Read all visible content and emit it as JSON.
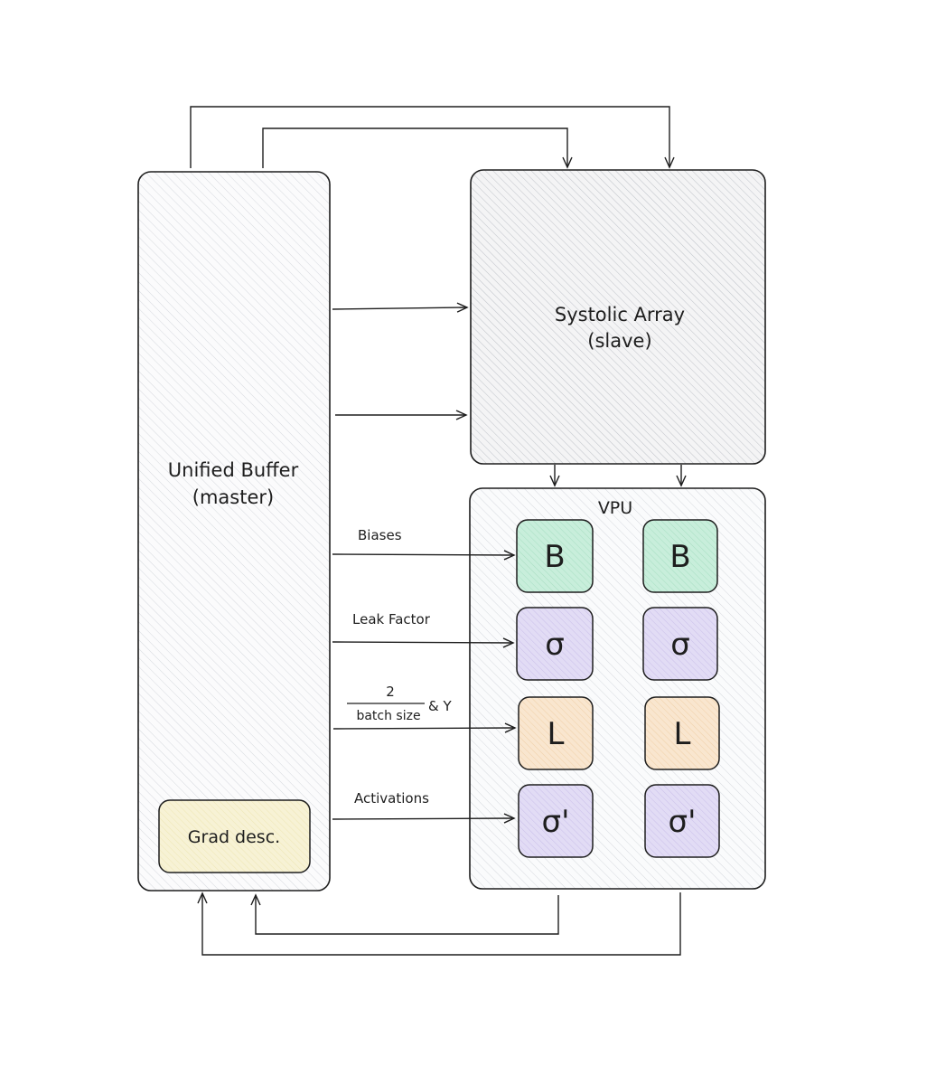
{
  "unified_buffer": {
    "title": "Unified Buffer",
    "subtitle": "(master)",
    "grad_desc_label": "Grad desc."
  },
  "systolic_array": {
    "title": "Systolic Array",
    "subtitle": "(slave)"
  },
  "vpu": {
    "title": "VPU",
    "rows": [
      {
        "kind": "bias",
        "symbol": "B",
        "color": "#c3ecd8"
      },
      {
        "kind": "leaky-relu",
        "symbol": "σ",
        "color": "#ddd6f3"
      },
      {
        "kind": "loss",
        "symbol": "L",
        "color": "#f8e2c8"
      },
      {
        "kind": "leaky-relu-derivative",
        "symbol": "σ'",
        "color": "#ddd6f3"
      }
    ]
  },
  "input_labels": {
    "biases": "Biases",
    "leak_factor": "Leak Factor",
    "fraction_numerator": "2",
    "fraction_denominator": "batch size",
    "fraction_suffix": "& Y",
    "activations": "Activations"
  },
  "colors": {
    "stroke": "#1e1e1e",
    "hatch": "#c9ccd3",
    "grad_desc_fill": "#f6f1d3"
  }
}
